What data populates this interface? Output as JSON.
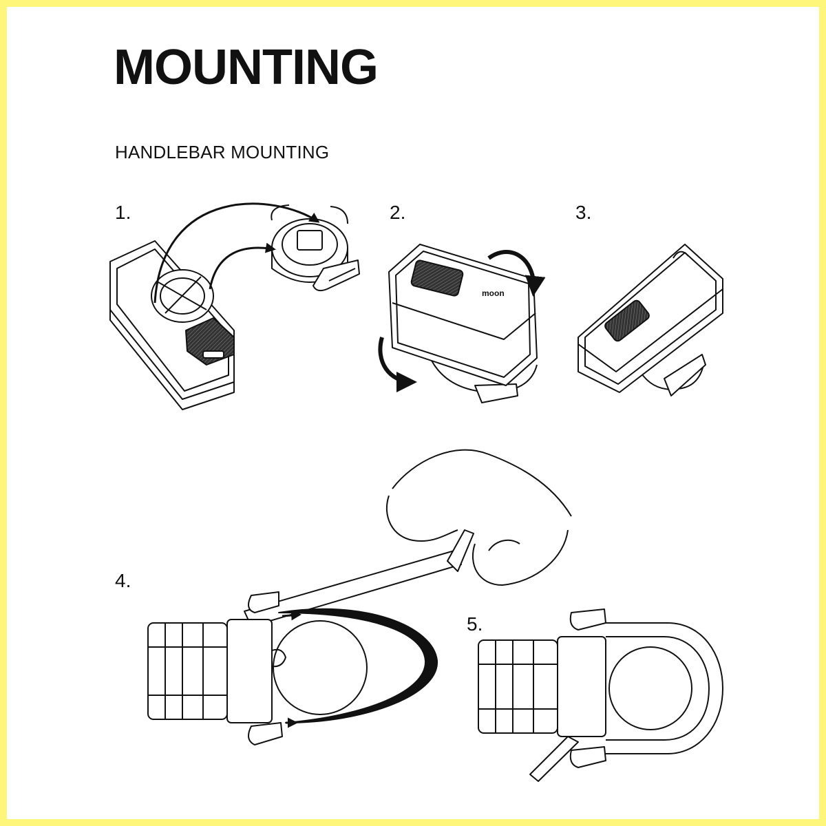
{
  "page": {
    "title": "MOUNTING",
    "section_title": "HANDLEBAR MOUNTING",
    "steps": [
      {
        "number": "1."
      },
      {
        "number": "2."
      },
      {
        "number": "3."
      },
      {
        "number": "4."
      },
      {
        "number": "5."
      }
    ],
    "brand_mark": "moon"
  },
  "colors": {
    "border": "#fdf67a",
    "ink": "#111111",
    "background": "#ffffff"
  }
}
